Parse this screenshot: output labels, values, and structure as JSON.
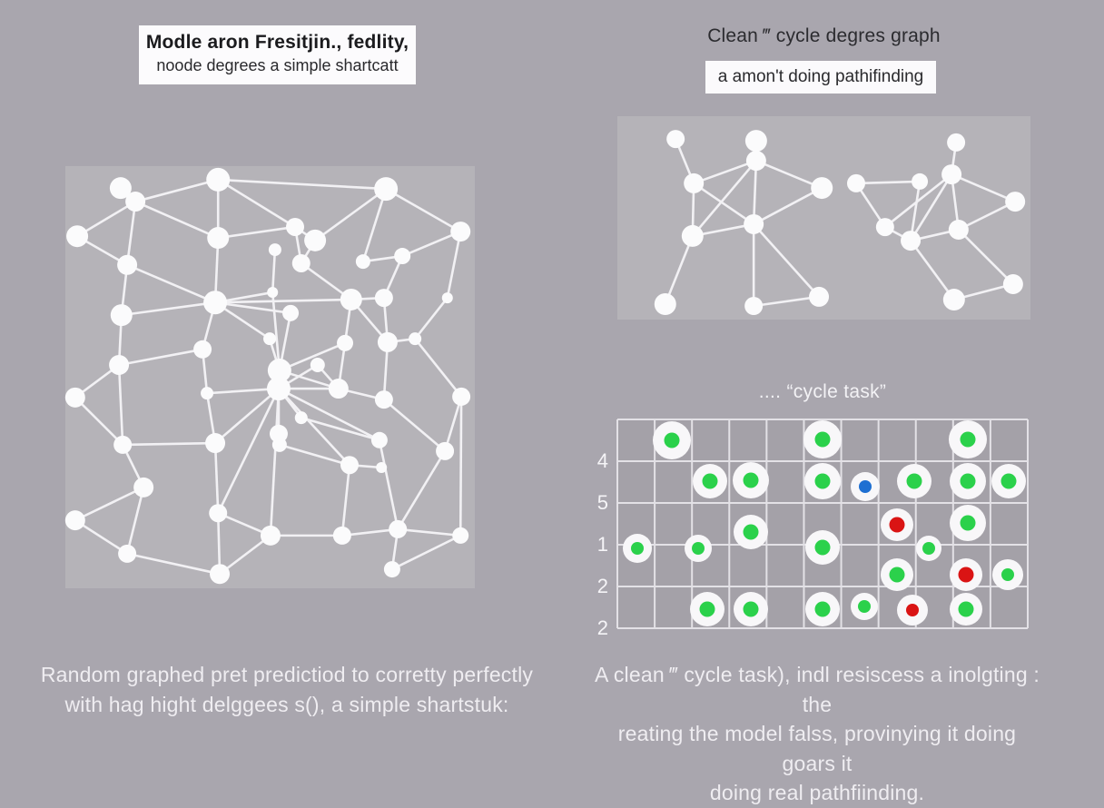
{
  "colors": {
    "page_bg": "#a9a6ae",
    "panel_bg": "#b5b3b8",
    "node": "#fbfbfc",
    "edge": "#f2f1f4",
    "grid_bg": "#a4a1a8",
    "grid_line": "#e3e1e6",
    "circle_white": "#f8f7f9",
    "green": "#2bd14b",
    "blue": "#1e6fd2",
    "red": "#da1414",
    "title_text": "#1b1b1e",
    "caption_text": "#efedf1"
  },
  "left": {
    "title_line1": "Modle aron Fresitjin., fedlity,",
    "title_line2": "noode degrees a simple shartcatt",
    "caption_line1": "Random graphed pret predictiod to corretty perfectly",
    "caption_line2": "with hag hight delggees s(), a simple shartstuk:",
    "graph": {
      "nodes": [
        [
          13.5,
          5.2,
          12
        ],
        [
          17.1,
          8.4,
          11
        ],
        [
          37.3,
          3.2,
          13
        ],
        [
          2.9,
          16.6,
          12
        ],
        [
          37.3,
          17.0,
          12
        ],
        [
          56.1,
          14.4,
          10
        ],
        [
          61.0,
          17.6,
          12
        ],
        [
          78.3,
          5.4,
          13
        ],
        [
          96.5,
          15.5,
          11
        ],
        [
          15.1,
          23.4,
          11
        ],
        [
          57.6,
          23.0,
          10
        ],
        [
          72.7,
          22.6,
          8
        ],
        [
          82.3,
          21.3,
          9
        ],
        [
          13.7,
          35.3,
          12
        ],
        [
          36.6,
          32.3,
          13
        ],
        [
          51.2,
          19.8,
          7
        ],
        [
          50.6,
          29.9,
          6
        ],
        [
          69.8,
          31.6,
          12
        ],
        [
          77.8,
          31.2,
          10
        ],
        [
          93.3,
          31.2,
          6
        ],
        [
          13.1,
          47.1,
          11
        ],
        [
          33.5,
          43.4,
          10
        ],
        [
          49.9,
          40.9,
          7
        ],
        [
          55.0,
          34.8,
          9
        ],
        [
          68.3,
          41.9,
          9
        ],
        [
          78.7,
          41.7,
          11
        ],
        [
          85.4,
          40.9,
          7
        ],
        [
          2.4,
          54.8,
          11
        ],
        [
          52.3,
          48.4,
          13
        ],
        [
          52.1,
          52.7,
          13
        ],
        [
          61.6,
          47.1,
          8
        ],
        [
          66.7,
          52.7,
          11
        ],
        [
          77.8,
          55.3,
          10
        ],
        [
          96.7,
          54.6,
          10
        ],
        [
          34.6,
          53.8,
          7
        ],
        [
          14.0,
          66.0,
          10
        ],
        [
          36.6,
          65.6,
          11
        ],
        [
          52.1,
          63.4,
          10
        ],
        [
          52.3,
          66.0,
          8
        ],
        [
          57.6,
          59.6,
          7
        ],
        [
          69.4,
          70.8,
          10
        ],
        [
          77.2,
          71.4,
          6
        ],
        [
          76.7,
          64.9,
          9
        ],
        [
          92.7,
          67.5,
          10
        ],
        [
          19.1,
          76.1,
          11
        ],
        [
          2.4,
          83.9,
          11
        ],
        [
          37.3,
          82.2,
          10
        ],
        [
          50.1,
          87.5,
          11
        ],
        [
          67.6,
          87.5,
          10
        ],
        [
          81.2,
          86.0,
          10
        ],
        [
          96.5,
          87.5,
          9
        ],
        [
          15.1,
          91.8,
          10
        ],
        [
          37.7,
          96.6,
          11
        ],
        [
          79.8,
          95.5,
          9
        ]
      ],
      "edges": [
        [
          0,
          1
        ],
        [
          1,
          2
        ],
        [
          1,
          3
        ],
        [
          1,
          9
        ],
        [
          3,
          9
        ],
        [
          2,
          4
        ],
        [
          2,
          5
        ],
        [
          2,
          7
        ],
        [
          4,
          5
        ],
        [
          4,
          14
        ],
        [
          4,
          1
        ],
        [
          5,
          6
        ],
        [
          5,
          10
        ],
        [
          6,
          7
        ],
        [
          6,
          10
        ],
        [
          7,
          11
        ],
        [
          7,
          8
        ],
        [
          8,
          12
        ],
        [
          8,
          19
        ],
        [
          9,
          13
        ],
        [
          9,
          14
        ],
        [
          13,
          14
        ],
        [
          13,
          20
        ],
        [
          14,
          21
        ],
        [
          14,
          16
        ],
        [
          14,
          23
        ],
        [
          14,
          17
        ],
        [
          14,
          22
        ],
        [
          10,
          17
        ],
        [
          11,
          12
        ],
        [
          12,
          18
        ],
        [
          15,
          16
        ],
        [
          16,
          28
        ],
        [
          17,
          18
        ],
        [
          17,
          24
        ],
        [
          17,
          25
        ],
        [
          18,
          25
        ],
        [
          19,
          26
        ],
        [
          20,
          21
        ],
        [
          20,
          27
        ],
        [
          20,
          35
        ],
        [
          21,
          34
        ],
        [
          22,
          28
        ],
        [
          23,
          28
        ],
        [
          24,
          28
        ],
        [
          24,
          31
        ],
        [
          25,
          26
        ],
        [
          25,
          32
        ],
        [
          26,
          33
        ],
        [
          27,
          35
        ],
        [
          28,
          29
        ],
        [
          28,
          31
        ],
        [
          29,
          30
        ],
        [
          29,
          31
        ],
        [
          29,
          34
        ],
        [
          29,
          36
        ],
        [
          29,
          37
        ],
        [
          29,
          39
        ],
        [
          29,
          40
        ],
        [
          29,
          42
        ],
        [
          29,
          46
        ],
        [
          29,
          47
        ],
        [
          30,
          31
        ],
        [
          31,
          32
        ],
        [
          32,
          43
        ],
        [
          33,
          43
        ],
        [
          33,
          50
        ],
        [
          34,
          36
        ],
        [
          35,
          36
        ],
        [
          35,
          44
        ],
        [
          36,
          46
        ],
        [
          37,
          38
        ],
        [
          38,
          40
        ],
        [
          39,
          42
        ],
        [
          40,
          41
        ],
        [
          40,
          48
        ],
        [
          42,
          49
        ],
        [
          43,
          49
        ],
        [
          44,
          45
        ],
        [
          44,
          51
        ],
        [
          45,
          51
        ],
        [
          46,
          47
        ],
        [
          46,
          52
        ],
        [
          47,
          48
        ],
        [
          47,
          52
        ],
        [
          48,
          49
        ],
        [
          49,
          50
        ],
        [
          49,
          53
        ],
        [
          50,
          53
        ],
        [
          51,
          52
        ]
      ]
    }
  },
  "right": {
    "header": "Clean ‴ cycle degres graph",
    "subheader_box": "a amon't doing pathifinding",
    "graphs": [
      {
        "nodes": [
          [
            14.1,
            11.2,
            10
          ],
          [
            33.6,
            12.1,
            12
          ],
          [
            33.6,
            21.9,
            11
          ],
          [
            18.5,
            33.0,
            11
          ],
          [
            49.5,
            35.3,
            12
          ],
          [
            33.0,
            53.1,
            11
          ],
          [
            18.2,
            58.9,
            12
          ],
          [
            11.6,
            92.4,
            12
          ],
          [
            33.0,
            93.3,
            10
          ],
          [
            48.8,
            88.8,
            11
          ]
        ],
        "edges": [
          [
            0,
            3
          ],
          [
            1,
            2
          ],
          [
            2,
            3
          ],
          [
            2,
            4
          ],
          [
            2,
            5
          ],
          [
            2,
            6
          ],
          [
            3,
            5
          ],
          [
            3,
            6
          ],
          [
            4,
            5
          ],
          [
            5,
            6
          ],
          [
            5,
            8
          ],
          [
            5,
            9
          ],
          [
            6,
            7
          ],
          [
            8,
            9
          ]
        ]
      },
      {
        "nodes": [
          [
            82.0,
            12.9,
            10
          ],
          [
            80.9,
            28.6,
            11
          ],
          [
            57.8,
            33.0,
            10
          ],
          [
            73.2,
            32.1,
            9
          ],
          [
            96.3,
            42.0,
            11
          ],
          [
            64.8,
            54.5,
            10
          ],
          [
            71.0,
            61.2,
            11
          ],
          [
            82.6,
            55.8,
            11
          ],
          [
            95.8,
            82.6,
            11
          ],
          [
            81.5,
            90.2,
            12
          ]
        ],
        "edges": [
          [
            0,
            1
          ],
          [
            1,
            4
          ],
          [
            1,
            5
          ],
          [
            1,
            6
          ],
          [
            1,
            7
          ],
          [
            2,
            3
          ],
          [
            2,
            5
          ],
          [
            3,
            6
          ],
          [
            4,
            7
          ],
          [
            5,
            6
          ],
          [
            6,
            7
          ],
          [
            6,
            9
          ],
          [
            7,
            8
          ],
          [
            8,
            9
          ]
        ]
      }
    ],
    "cycle_label": ".... “cycle task”",
    "grid": {
      "cols": 11,
      "h_lines": [
        0,
        46,
        92,
        138,
        184,
        230
      ],
      "row_labels": [
        "4",
        "5",
        "1",
        "2",
        "2"
      ],
      "circles": [
        [
          60,
          23,
          21,
          "g"
        ],
        [
          102,
          68,
          19,
          "g"
        ],
        [
          147,
          67,
          20,
          "g"
        ],
        [
          226,
          22,
          21,
          "g"
        ],
        [
          226,
          68,
          20,
          "g"
        ],
        [
          273,
          74,
          16,
          "b"
        ],
        [
          327,
          68,
          19,
          "g"
        ],
        [
          386,
          22,
          21,
          "g"
        ],
        [
          386,
          68,
          20,
          "g"
        ],
        [
          431,
          68,
          19,
          "g"
        ],
        [
          147,
          124,
          19,
          "g"
        ],
        [
          308,
          116,
          18,
          "r"
        ],
        [
          386,
          114,
          20,
          "g"
        ],
        [
          22,
          142,
          16,
          "g"
        ],
        [
          89,
          142,
          15,
          "g"
        ],
        [
          226,
          141,
          19,
          "g"
        ],
        [
          343,
          142,
          14,
          "g"
        ],
        [
          308,
          171,
          18,
          "g"
        ],
        [
          384,
          171,
          18,
          "r"
        ],
        [
          430,
          171,
          17,
          "g"
        ],
        [
          99,
          209,
          19,
          "g"
        ],
        [
          147,
          209,
          19,
          "g"
        ],
        [
          226,
          209,
          19,
          "g"
        ],
        [
          272,
          206,
          15,
          "g"
        ],
        [
          325,
          210,
          17,
          "r"
        ],
        [
          384,
          209,
          18,
          "g"
        ]
      ]
    },
    "caption_line1": "A clean ‴ cycle task), indl resiscess a inolgting : the",
    "caption_line2": "reating the model falss, provinying it doing goars it",
    "caption_line3": "doing real pathfiinding."
  }
}
